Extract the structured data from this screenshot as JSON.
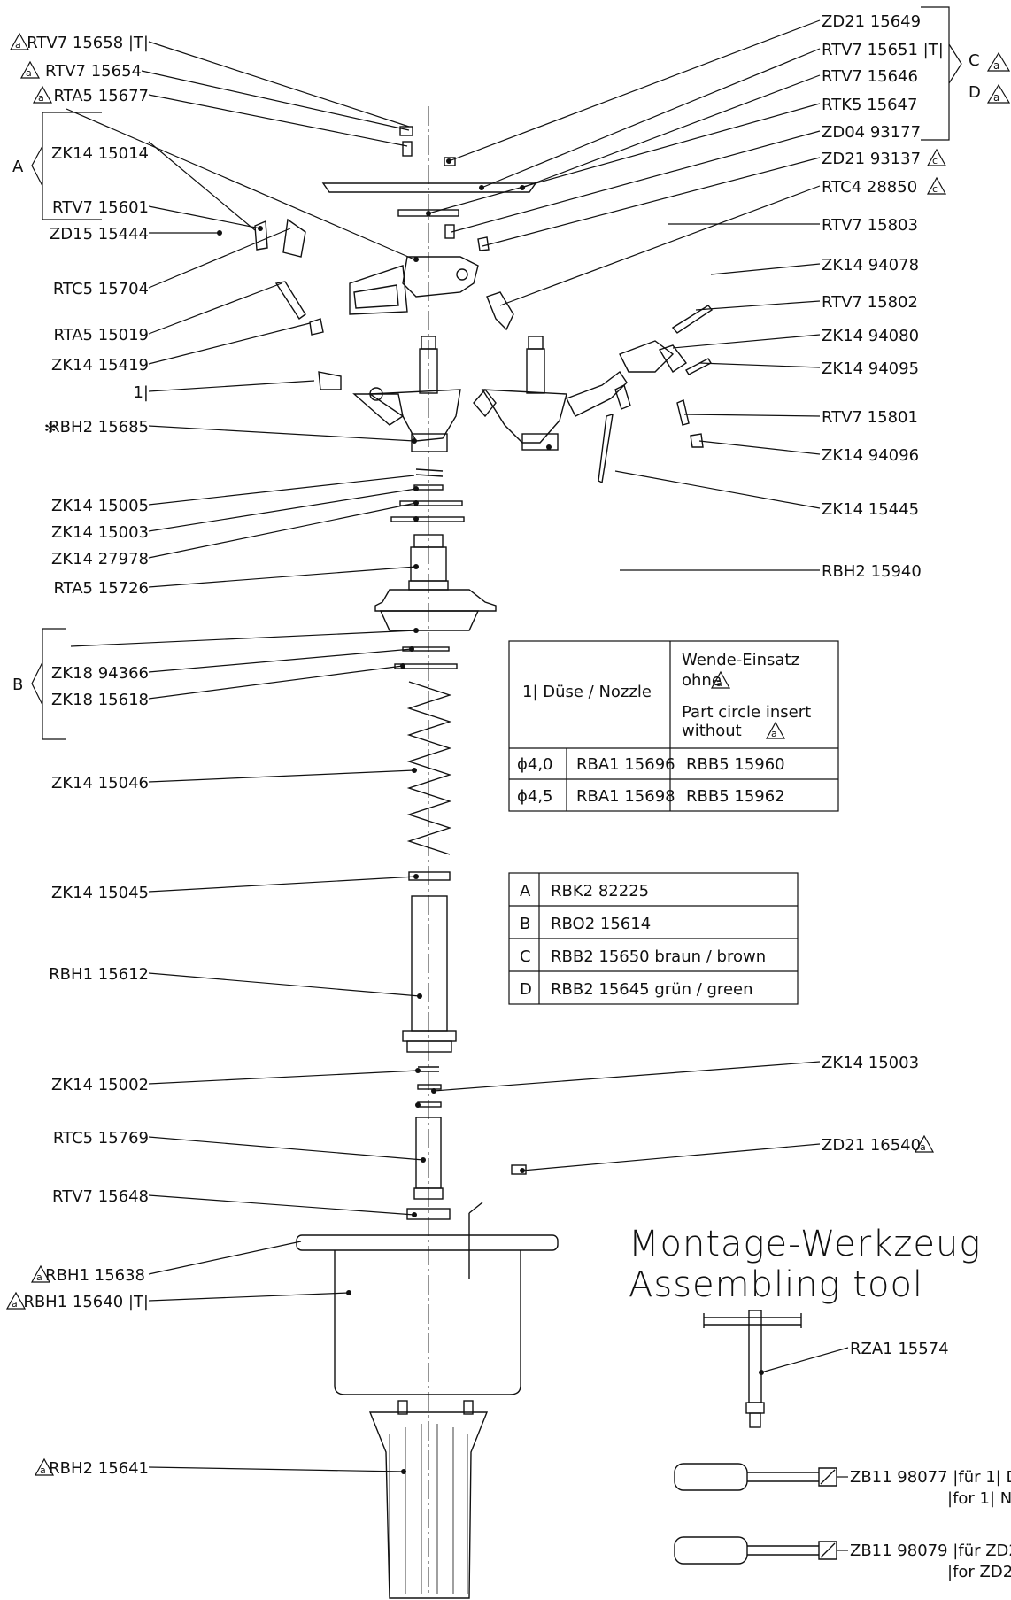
{
  "labels_left": [
    {
      "text": "RTV7 15658 |T|",
      "mark": "a"
    },
    {
      "text": "RTV7 15654",
      "mark": "a"
    },
    {
      "text": "RTA5 15677",
      "mark": "a"
    },
    {
      "text": "ZK14 15014",
      "mark": ""
    },
    {
      "text": "RTV7 15601",
      "mark": ""
    },
    {
      "text": "ZD15 15444",
      "mark": ""
    },
    {
      "text": "RTC5 15704",
      "mark": ""
    },
    {
      "text": "RTA5 15019",
      "mark": ""
    },
    {
      "text": "ZK14 15419",
      "mark": ""
    },
    {
      "text": "1|",
      "mark": ""
    },
    {
      "text": "RBH2 15685",
      "mark": "star"
    },
    {
      "text": "ZK14 15005",
      "mark": ""
    },
    {
      "text": "ZK14 15003",
      "mark": ""
    },
    {
      "text": "ZK14 27978",
      "mark": ""
    },
    {
      "text": "RTA5 15726",
      "mark": ""
    },
    {
      "text": "ZK18 94366",
      "mark": ""
    },
    {
      "text": "ZK18 15618",
      "mark": ""
    },
    {
      "text": "ZK14 15046",
      "mark": ""
    },
    {
      "text": "ZK14 15045",
      "mark": ""
    },
    {
      "text": "RBH1 15612",
      "mark": ""
    },
    {
      "text": "ZK14 15002",
      "mark": ""
    },
    {
      "text": "RTC5 15769",
      "mark": ""
    },
    {
      "text": "RTV7 15648",
      "mark": ""
    },
    {
      "text": "RBH1 15638",
      "mark": "a"
    },
    {
      "text": "RBH1 15640 |T|",
      "mark": "a"
    },
    {
      "text": "RBH2 15641",
      "mark": "a"
    }
  ],
  "labels_right": [
    {
      "text": "ZD21 15649",
      "mark": ""
    },
    {
      "text": "RTV7 15651 |T|",
      "mark": ""
    },
    {
      "text": "RTV7 15646",
      "mark": ""
    },
    {
      "text": "RTK5 15647",
      "mark": ""
    },
    {
      "text": "ZD04 93177",
      "mark": ""
    },
    {
      "text": "ZD21 93137",
      "mark": "c"
    },
    {
      "text": "RTC4 28850",
      "mark": "c"
    },
    {
      "text": "RTV7 15803",
      "mark": ""
    },
    {
      "text": "ZK14 94078",
      "mark": ""
    },
    {
      "text": "RTV7 15802",
      "mark": ""
    },
    {
      "text": "ZK14 94080",
      "mark": ""
    },
    {
      "text": "ZK14 94095",
      "mark": ""
    },
    {
      "text": "RTV7 15801",
      "mark": ""
    },
    {
      "text": "ZK14 94096",
      "mark": ""
    },
    {
      "text": "ZK14 15445",
      "mark": ""
    },
    {
      "text": "RBH2 15940",
      "mark": ""
    },
    {
      "text": "ZK14 15003",
      "mark": ""
    },
    {
      "text": "ZD21 16540",
      "mark": "a"
    }
  ],
  "groups": {
    "a": "A",
    "b": "B",
    "c": "C",
    "d": "D"
  },
  "nozzle_table": {
    "header_col1": "1| Düse / Nozzle",
    "header_col2_line1": "Wende-Einsatz",
    "header_col2_line2": "ohne",
    "header_col2_line3": "Part circle insert",
    "header_col2_line4": "without",
    "rows": [
      [
        "ϕ4,0",
        "RBA1 15696",
        "RBB5   15960"
      ],
      [
        "ϕ4,5",
        "RBA1 15698",
        "RBB5   15962"
      ]
    ]
  },
  "kit_table": {
    "rows": [
      [
        "A",
        "RBK2 82225"
      ],
      [
        "B",
        "RBO2 15614"
      ],
      [
        "C",
        "RBB2 15650   braun / brown"
      ],
      [
        "D",
        "RBB2 15645   grün / green"
      ]
    ]
  },
  "tool_section": {
    "title_line1": "Montage-Werkzeug",
    "title_line2": "Assembling tool",
    "tools": [
      {
        "label": "RZA1 15574"
      },
      {
        "label": "ZB11 98077 |für 1| D",
        "label2": "|for 1| N"
      },
      {
        "label": "ZB11 98079 |für ZD2",
        "label2": "|for ZD2"
      }
    ]
  },
  "colors": {
    "ink": "#111111",
    "paper": "#ffffff"
  }
}
